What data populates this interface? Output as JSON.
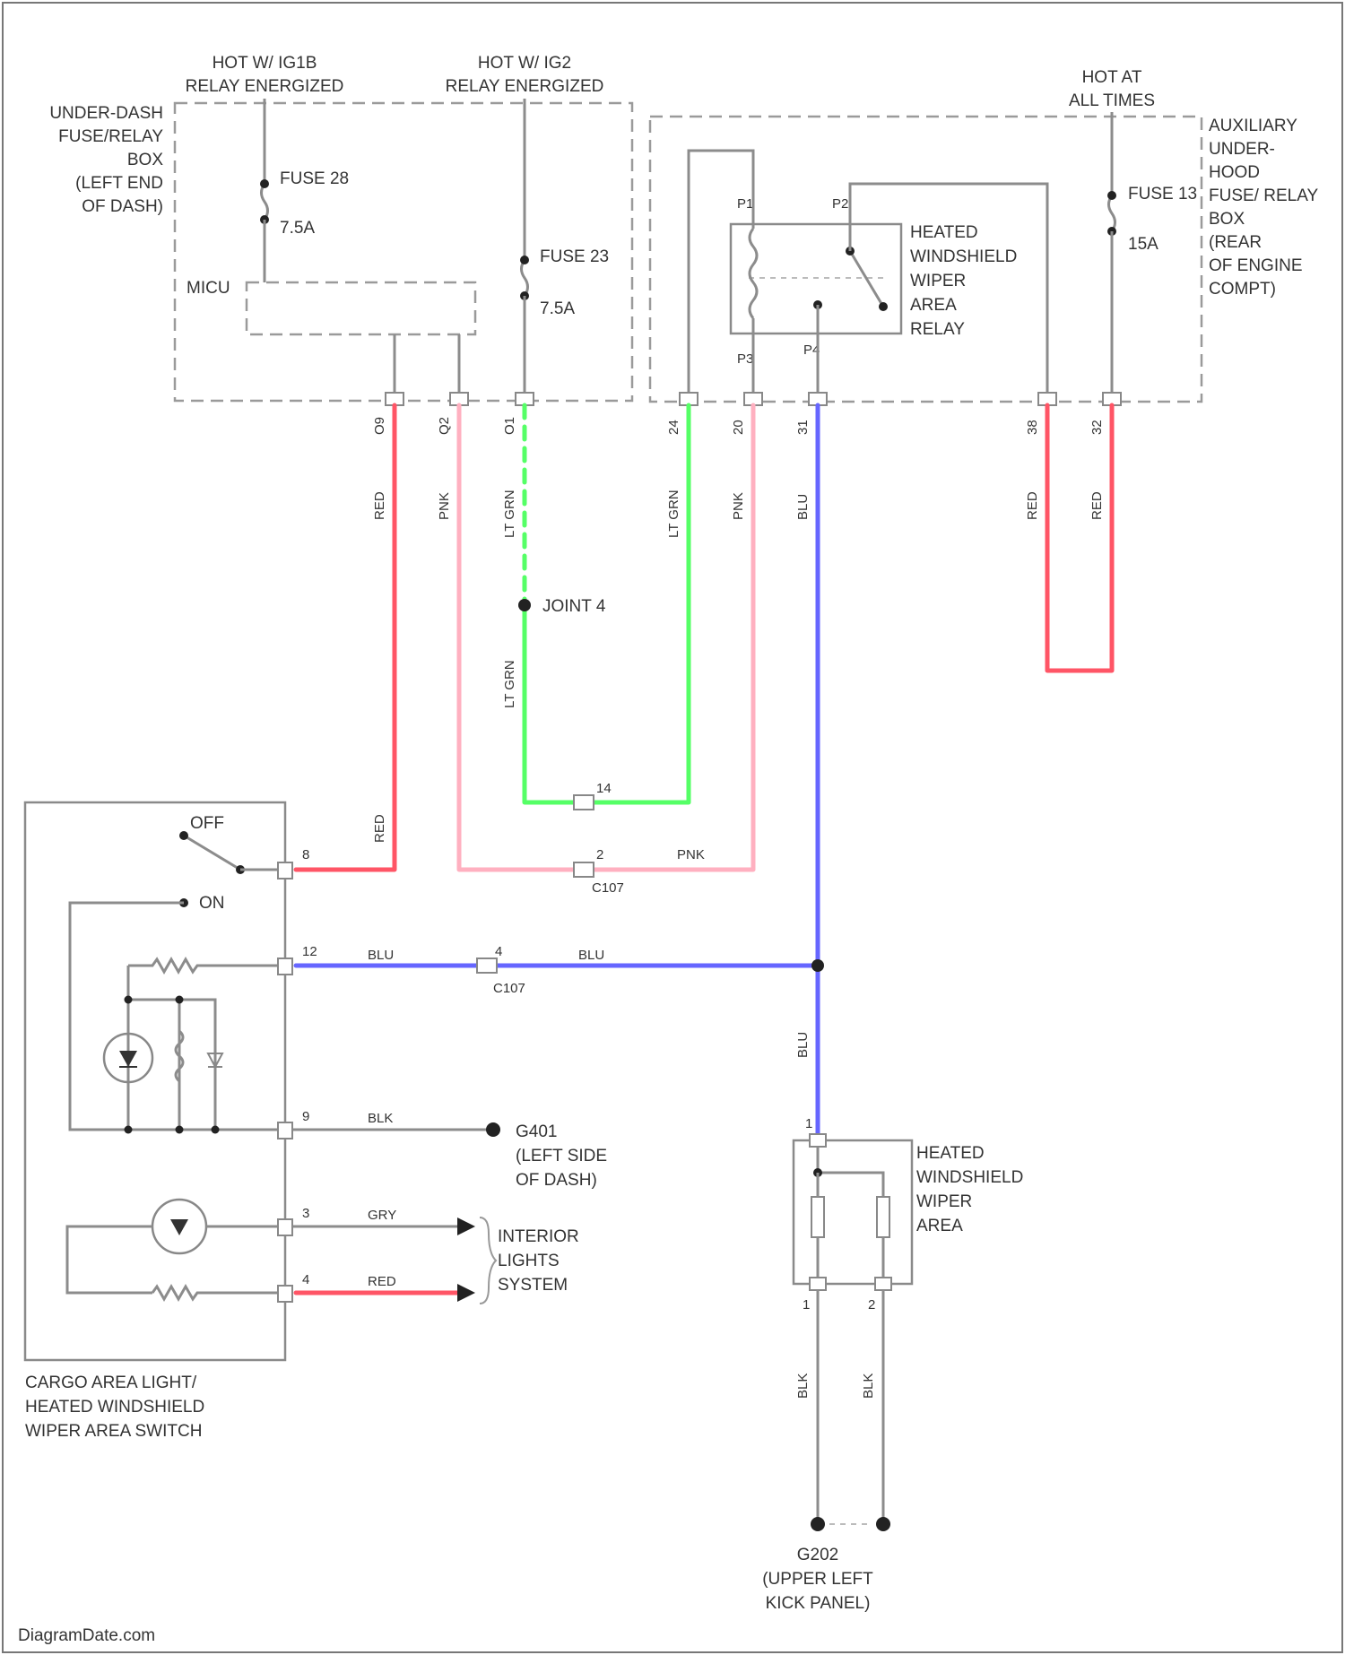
{
  "diagram": {
    "hot_labels": {
      "ig1b": [
        "HOT W/ IG1B",
        "RELAY ENERGIZED"
      ],
      "ig2": [
        "HOT W/ IG2",
        "RELAY ENERGIZED"
      ],
      "all_times": [
        "HOT AT",
        "ALL TIMES"
      ]
    },
    "components": {
      "under_dash_box": [
        "UNDER-DASH",
        "FUSE/RELAY",
        "BOX",
        "(LEFT END",
        "OF DASH)"
      ],
      "micu": "MICU",
      "fuse_28": [
        "FUSE 28",
        "7.5A"
      ],
      "fuse_23": [
        "FUSE 23",
        "7.5A"
      ],
      "fuse_13": [
        "FUSE 13",
        "15A"
      ],
      "aux_box": [
        "AUXILIARY",
        "UNDER-",
        "HOOD",
        "FUSE/ RELAY",
        "BOX",
        "(REAR",
        "OF ENGINE",
        "COMPT)"
      ],
      "relay": [
        "HEATED",
        "WINDSHIELD",
        "WIPER",
        "AREA",
        "RELAY"
      ],
      "joint": "JOINT 4",
      "switch": [
        "CARGO AREA LIGHT/",
        "HEATED WINDSHIELD",
        "WIPER AREA SWITCH"
      ],
      "switch_off": "OFF",
      "switch_on": "ON",
      "ground_g401": [
        "G401",
        "(LEFT SIDE",
        "OF DASH)"
      ],
      "interior_lights": [
        "INTERIOR",
        "LIGHTS",
        "SYSTEM"
      ],
      "heater": [
        "HEATED",
        "WINDSHIELD",
        "WIPER",
        "AREA"
      ],
      "ground_g202": [
        "G202",
        "(UPPER LEFT",
        "KICK PANEL)"
      ]
    },
    "connectors": {
      "c107_a": "C107",
      "c107_b": "C107"
    },
    "pins": {
      "box_bottom": [
        "O9",
        "Q2",
        "O1",
        "24",
        "20",
        "31",
        "38",
        "32"
      ],
      "relay": [
        "P1",
        "P2",
        "P3",
        "P4"
      ],
      "c107_top": "14",
      "c107_mid": "2",
      "c107_blu": "4",
      "sw_8": "8",
      "sw_12": "12",
      "sw_9": "9",
      "sw_3": "3",
      "sw_4": "4",
      "heater_in": "1",
      "heater_out1": "1",
      "heater_out2": "2"
    },
    "wire_colors": {
      "red": "RED",
      "pnk": "PNK",
      "lt_grn": "LT GRN",
      "blu": "BLU",
      "blk": "BLK",
      "gry": "GRY"
    },
    "colors": {
      "red": "#ff5566",
      "pink": "#ffb0c0",
      "green": "#55ff66",
      "blue": "#6666ff",
      "gray": "#8c8c8c"
    },
    "watermark": "DiagramDate.com"
  }
}
